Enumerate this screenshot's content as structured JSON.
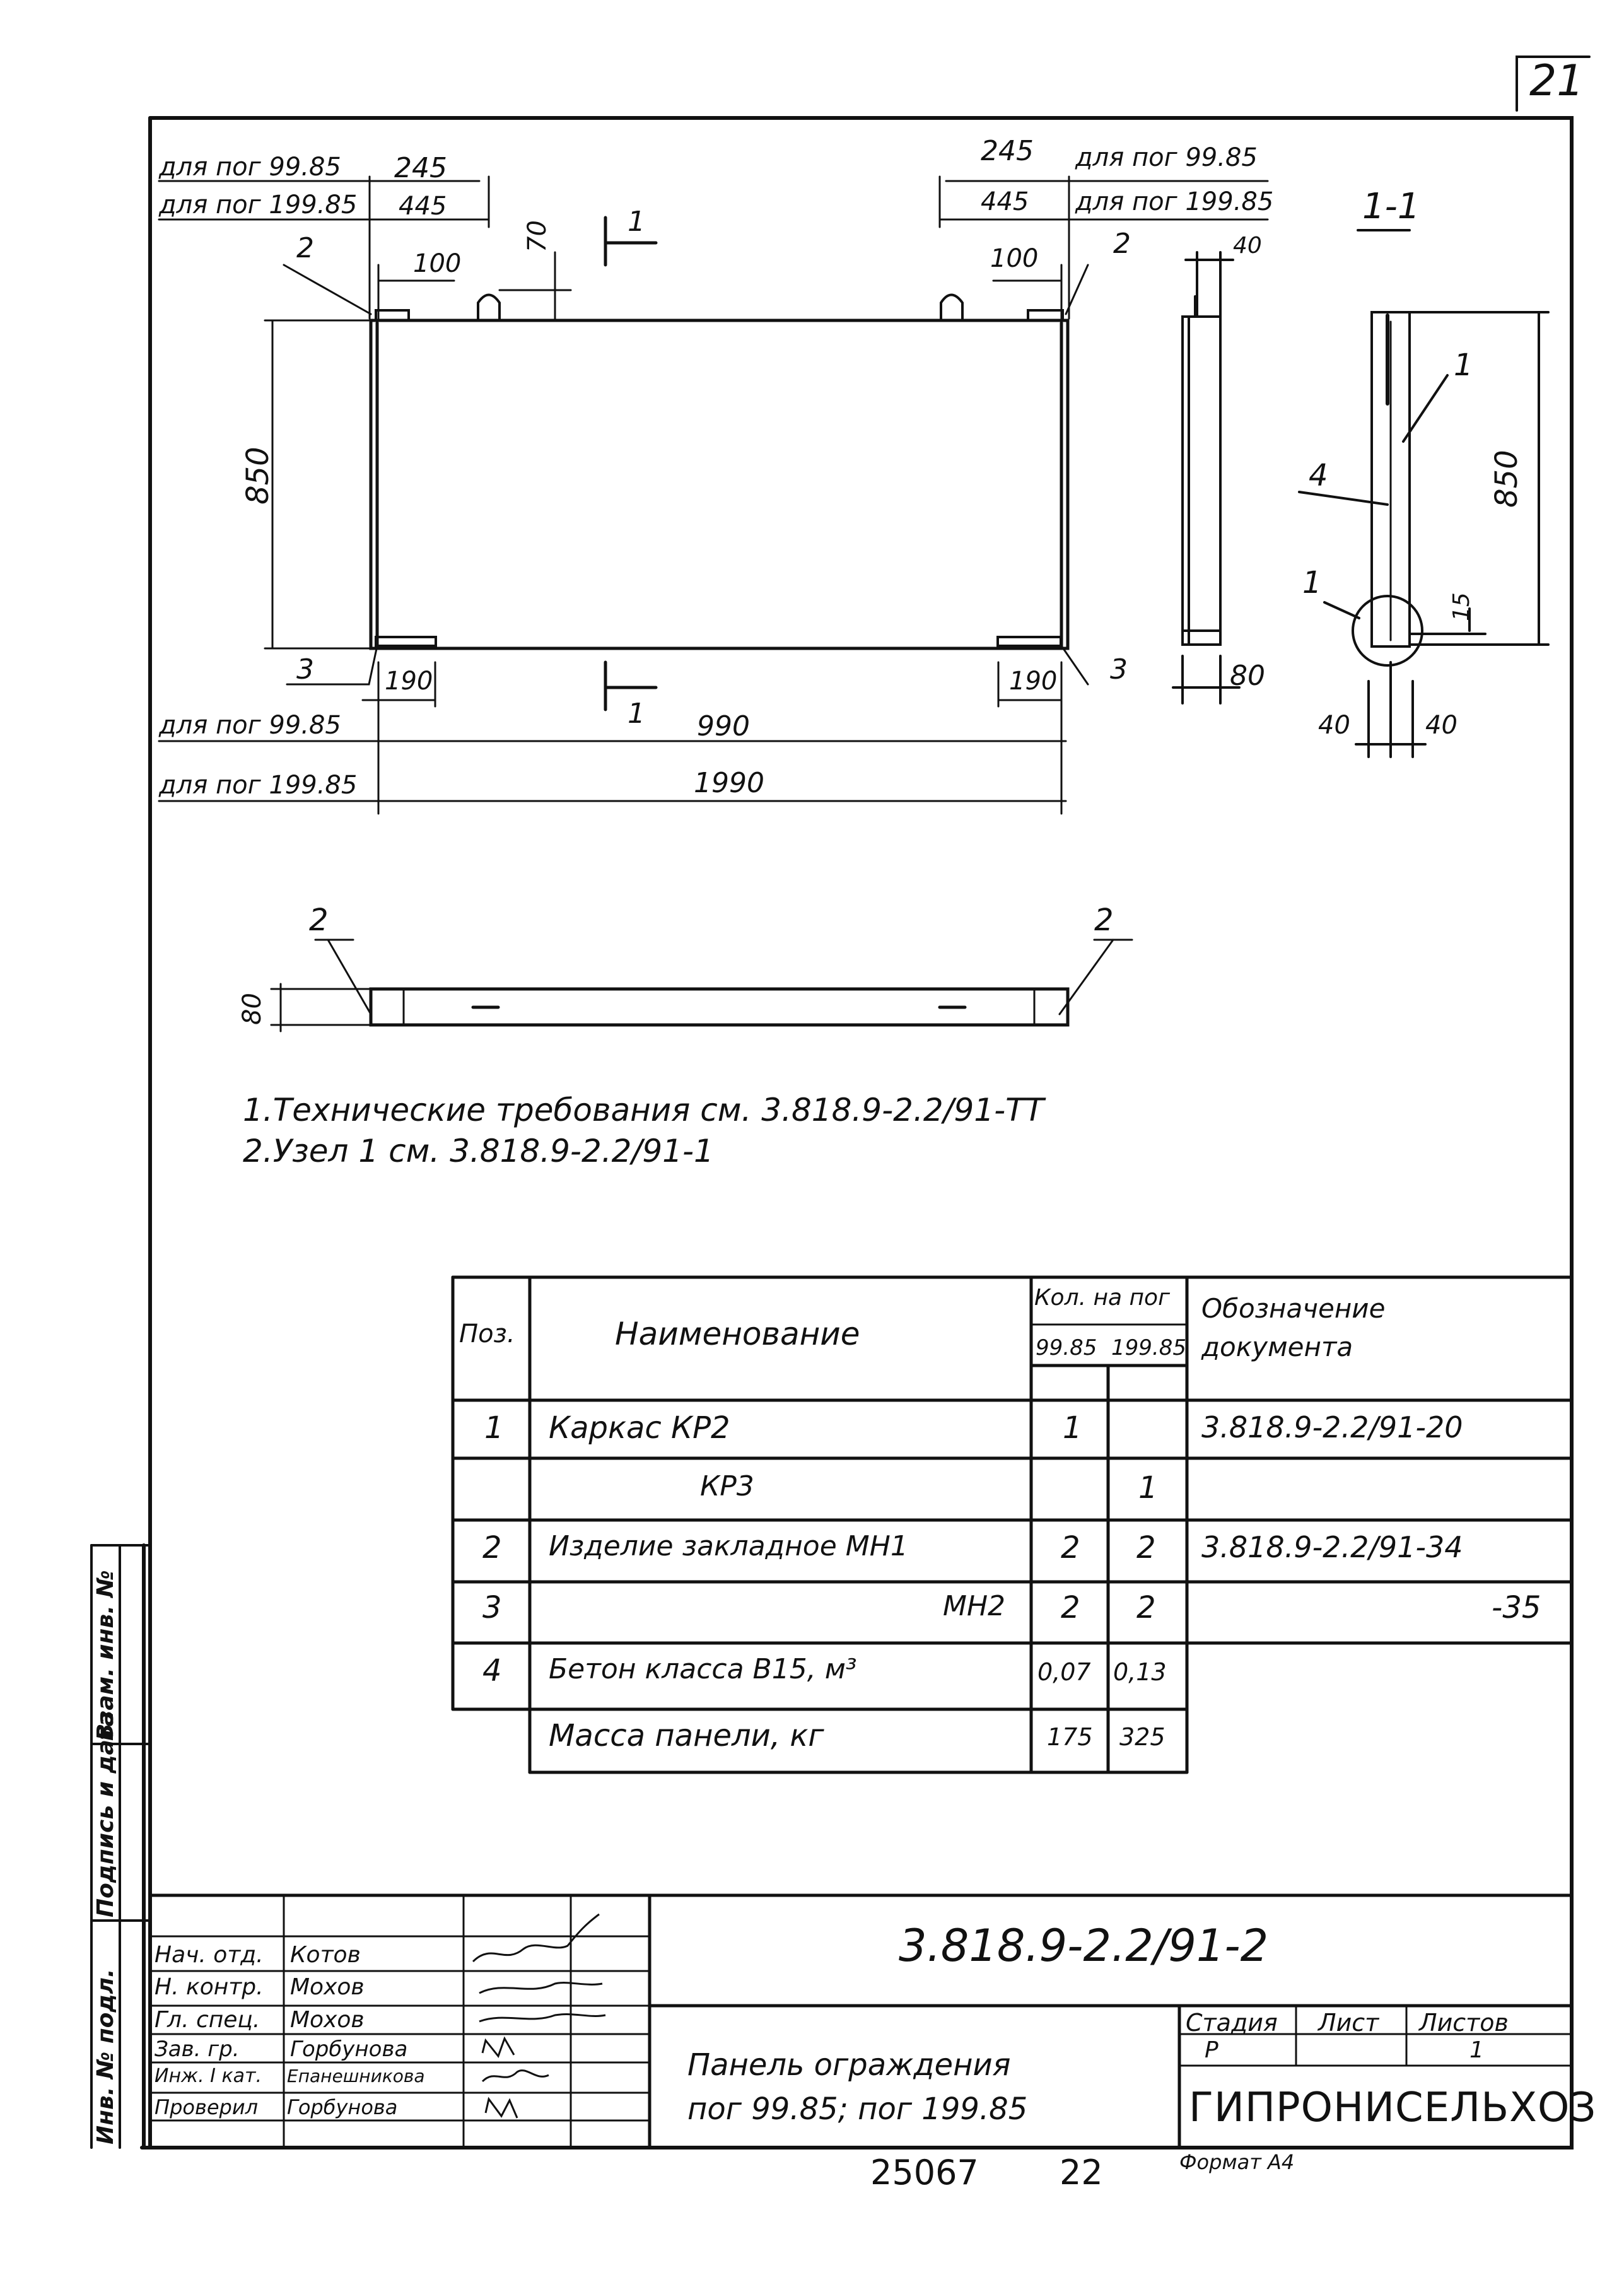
{
  "sheet_number": "21",
  "view_top": {
    "label_for_99": "для пог 99.85",
    "label_for_199": "для пог 199.85",
    "dim_245_left": "245",
    "dim_445_left": "445",
    "dim_245_right": "245",
    "dim_445_right": "445",
    "label_for_99_right": "для пог 99.85",
    "label_for_199_right": "для пог 199.85",
    "dim_100_left": "100",
    "dim_100_right": "100",
    "dim_70": "70",
    "pos_2_left": "2",
    "pos_2_right": "2",
    "pos_3_left": "3",
    "pos_3_right": "3",
    "dim_850": "850",
    "dim_190_left": "190",
    "dim_190_right": "190",
    "cut_mark": "1",
    "label_bottom_99": "для пог 99.85",
    "label_bottom_199": "для пог 199.85",
    "dim_990": "990",
    "dim_1990": "1990",
    "side_dim_40": "40",
    "side_dim_80": "80"
  },
  "section": {
    "title": "1-1",
    "pos_1_top": "1",
    "pos_4": "4",
    "pos_1_bottom": "1",
    "dim_850": "850",
    "dim_15": "15",
    "dim_40_left": "40",
    "dim_40_right": "40"
  },
  "plan_view": {
    "pos_2_left": "2",
    "pos_2_right": "2",
    "dim_80": "80"
  },
  "notes": [
    "1.Технические требования см. 3.818.9-2.2/91-ТТ",
    "2.Узел 1 см. 3.818.9-2.2/91-1"
  ],
  "spec_table": {
    "headers": {
      "pos": "Поз.",
      "name": "Наименование",
      "qty": "Кол. на пог",
      "qty_a": "99.85",
      "qty_b": "199.85",
      "doc": "Обозначение документа"
    },
    "rows": [
      {
        "pos": "1",
        "name": "Каркас КР2",
        "a": "1",
        "b": "",
        "doc": "3.818.9-2.2/91-20"
      },
      {
        "pos": "",
        "name": "КР3",
        "a": "",
        "b": "1",
        "doc": ""
      },
      {
        "pos": "2",
        "name": "Изделие закладное МН1",
        "a": "2",
        "b": "2",
        "doc": "3.818.9-2.2/91-34"
      },
      {
        "pos": "3",
        "name": "МН2",
        "a": "2",
        "b": "2",
        "doc": "-35"
      },
      {
        "pos": "4",
        "name": "Бетон класса В15, м³",
        "a": "0,07",
        "b": "0,13",
        "doc": ""
      },
      {
        "pos": "",
        "name": "Масса панели, кг",
        "a": "175",
        "b": "325",
        "doc": ""
      }
    ]
  },
  "side_stamp": [
    "Инв. № подл.",
    "Подпись и дата",
    "Взам. инв. №"
  ],
  "title_block": {
    "doc_code": "3.818.9-2.2/91-2",
    "title_line1": "Панель ограждения",
    "title_line2": "пог 99.85; пог 199.85",
    "stage_label": "Стадия",
    "sheet_label": "Лист",
    "sheets_label": "Листов",
    "stage_value": "Р",
    "sheets_value": "1",
    "org": "ГИПРОНИСЕЛЬХОЗ",
    "staff": [
      {
        "role": "Нач. отд.",
        "name": "Котов"
      },
      {
        "role": "Н. контр.",
        "name": "Мохов"
      },
      {
        "role": "Гл. спец.",
        "name": "Мохов"
      },
      {
        "role": "Зав. гр.",
        "name": "Горбунова"
      },
      {
        "role": "Инж. I кат.",
        "name": "Епанешникова"
      },
      {
        "role": "Проверил",
        "name": "Горбунова"
      }
    ]
  },
  "footer": {
    "archive_no": "25067",
    "page_no": "22",
    "format": "Формат А4"
  }
}
